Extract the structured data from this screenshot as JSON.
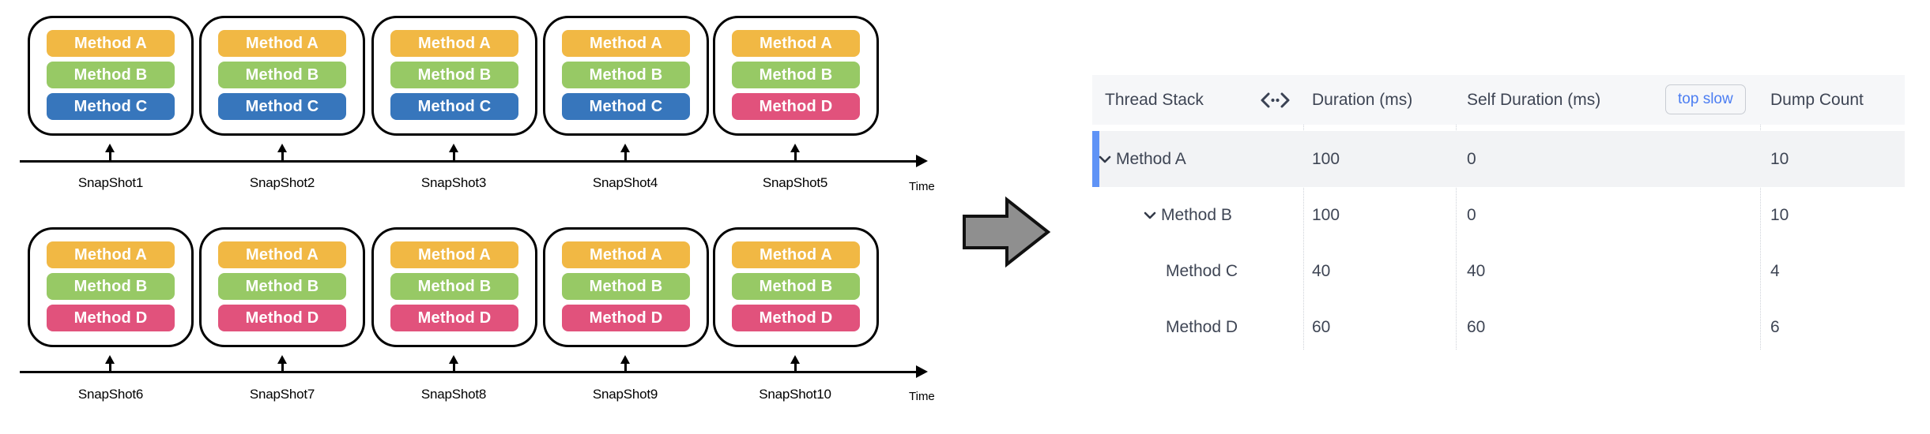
{
  "diagram": {
    "timelines": [
      {
        "time_label": "Time",
        "snapshots": [
          {
            "label": "SnapShot1",
            "methods": [
              "Method A",
              "Method B",
              "Method C"
            ]
          },
          {
            "label": "SnapShot2",
            "methods": [
              "Method A",
              "Method B",
              "Method C"
            ]
          },
          {
            "label": "SnapShot3",
            "methods": [
              "Method A",
              "Method B",
              "Method C"
            ]
          },
          {
            "label": "SnapShot4",
            "methods": [
              "Method A",
              "Method B",
              "Method C"
            ]
          },
          {
            "label": "SnapShot5",
            "methods": [
              "Method A",
              "Method B",
              "Method D"
            ]
          }
        ]
      },
      {
        "time_label": "Time",
        "snapshots": [
          {
            "label": "SnapShot6",
            "methods": [
              "Method A",
              "Method B",
              "Method D"
            ]
          },
          {
            "label": "SnapShot7",
            "methods": [
              "Method A",
              "Method B",
              "Method D"
            ]
          },
          {
            "label": "SnapShot8",
            "methods": [
              "Method A",
              "Method B",
              "Method D"
            ]
          },
          {
            "label": "SnapShot9",
            "methods": [
              "Method A",
              "Method B",
              "Method D"
            ]
          },
          {
            "label": "SnapShot10",
            "methods": [
              "Method A",
              "Method B",
              "Method D"
            ]
          }
        ]
      }
    ]
  },
  "table": {
    "columns": {
      "thread_stack": "Thread Stack",
      "duration": "Duration (ms)",
      "self_duration": "Self Duration (ms)",
      "dump_count": "Dump Count"
    },
    "top_slow_button": "top slow",
    "rows": [
      {
        "name": "Method A",
        "duration": "100",
        "self_duration": "0",
        "dump_count": "10",
        "level": 1,
        "expanded": true,
        "selected": true
      },
      {
        "name": "Method B",
        "duration": "100",
        "self_duration": "0",
        "dump_count": "10",
        "level": 2,
        "expanded": true,
        "selected": false
      },
      {
        "name": "Method C",
        "duration": "40",
        "self_duration": "40",
        "dump_count": "4",
        "level": 3,
        "expanded": false,
        "selected": false
      },
      {
        "name": "Method D",
        "duration": "60",
        "self_duration": "60",
        "dump_count": "6",
        "level": 3,
        "expanded": false,
        "selected": false
      }
    ]
  },
  "icons": {
    "column_resize": "col-resize-icon",
    "chevron_down": "chevron-down-icon",
    "flow_arrow": "flow-arrow-icon"
  },
  "colors": {
    "method_a": "#F1B844",
    "method_b": "#97C965",
    "method_c": "#3776BC",
    "method_d": "#E1527C",
    "table_header_bg": "#F6F7F9",
    "selected_row_bg": "#F2F3F5",
    "selected_row_bar": "#5F93F6",
    "top_slow_text": "#4B7DF2",
    "table_text": "#3E4554",
    "flow_arrow_fill": "#8F8F8F"
  }
}
